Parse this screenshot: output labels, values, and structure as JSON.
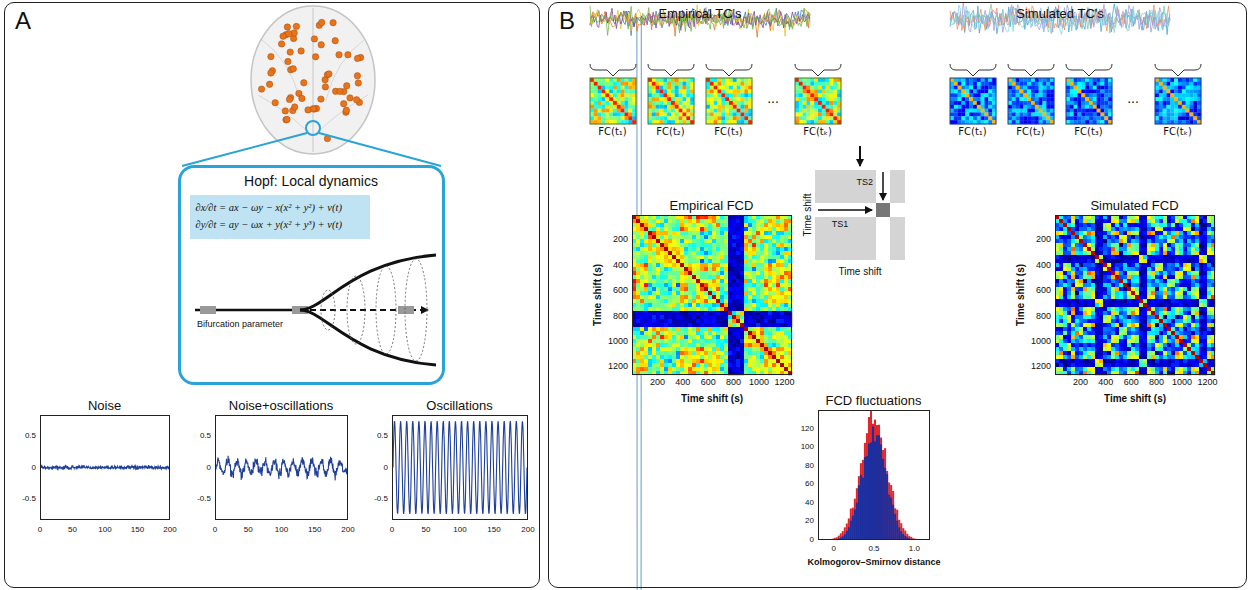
{
  "diagram": {
    "nodes": [
      {
        "text": [
          "A"
        ]
      },
      {
        "text": [
          "Hopf: Local dynamics"
        ],
        "in": 0
      },
      {
        "text": [
          "∂x/∂t = ax − ωy − x(x² + y²) + v(t)",
          "∂y/∂t = ay − ωx + y(x² + y³) + v(t)"
        ],
        "in": 1
      },
      {
        "text": [
          "Noise"
        ],
        "in": 0
      },
      {
        "text": [
          "Noise+oscillations"
        ],
        "in": 0
      },
      {
        "text": [
          "Oscillations"
        ],
        "in": 0
      },
      {
        "text": [
          "B"
        ]
      },
      {
        "text": [
          "FC(t₁)"
        ],
        "in": 6
      },
      {
        "text": [
          "FC(t₂)"
        ],
        "in": 6
      },
      {
        "text": [
          "FC(t₃)"
        ],
        "in": 6
      },
      {
        "text": [
          "FC(tₖ)"
        ],
        "in": 6
      },
      {
        "text": [
          "FC(t₁)"
        ],
        "in": 6
      },
      {
        "text": [
          "FC(t₂)"
        ],
        "in": 6
      },
      {
        "text": [
          "FC(t₃)"
        ],
        "in": 6
      },
      {
        "text": [
          "FC(tₖ)"
        ],
        "in": 6
      },
      {
        "text": [
          "Empirical FCD"
        ],
        "in": 6
      },
      {
        "text": [
          "Simulated FCD"
        ],
        "in": 6
      },
      {
        "text": [
          "FCD fluctuations"
        ],
        "in": 6
      }
    ],
    "labels": [
      "Bifurcation parameter",
      "0.5",
      "0",
      "-0.5",
      "0",
      "50",
      "100",
      "150",
      "200",
      "0.5",
      "0",
      "-0.5",
      "0",
      "50",
      "100",
      "150",
      "200",
      "0.5",
      "0",
      "-0.5",
      "0",
      "50",
      "100",
      "150",
      "200",
      "Empirical TC's",
      "Simulated TC's",
      "...",
      "...",
      "200",
      "400",
      "600",
      "800",
      "1000",
      "1200",
      "200",
      "400",
      "600",
      "800",
      "1000",
      "1200",
      "Time shift (s)",
      "Time shift (s)",
      "Time shift",
      "Time shift",
      "TS1",
      "TS2",
      "0",
      "20",
      "40",
      "60",
      "80",
      "100",
      "120",
      "0",
      "0.5",
      "1.0",
      "Kolmogorov–Smirnov distance",
      "200",
      "400",
      "600",
      "800",
      "1000",
      "1200",
      "200",
      "400",
      "600",
      "800",
      "1000",
      "1200",
      "Time shift (s)",
      "Time shift (s)"
    ]
  }
}
